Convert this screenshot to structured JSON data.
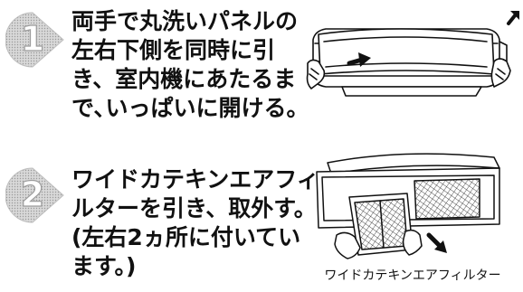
{
  "steps": [
    {
      "number": "1",
      "lines": [
        "両手で丸洗いパネルの",
        "左右下側を同時に引",
        "き、室内機にあたるま",
        "で､いっぱいに開ける。"
      ]
    },
    {
      "number": "2",
      "lines": [
        "ワイドカテキンエアフィ",
        "ルターを引き、取外す。",
        "(左右2ヵ所に付いてい",
        "ます。)"
      ],
      "figure_caption": "ワイドカテキンエアフィルター"
    }
  ],
  "colors": {
    "badge_fill": "#c9c9c9",
    "ink": "#111111"
  }
}
